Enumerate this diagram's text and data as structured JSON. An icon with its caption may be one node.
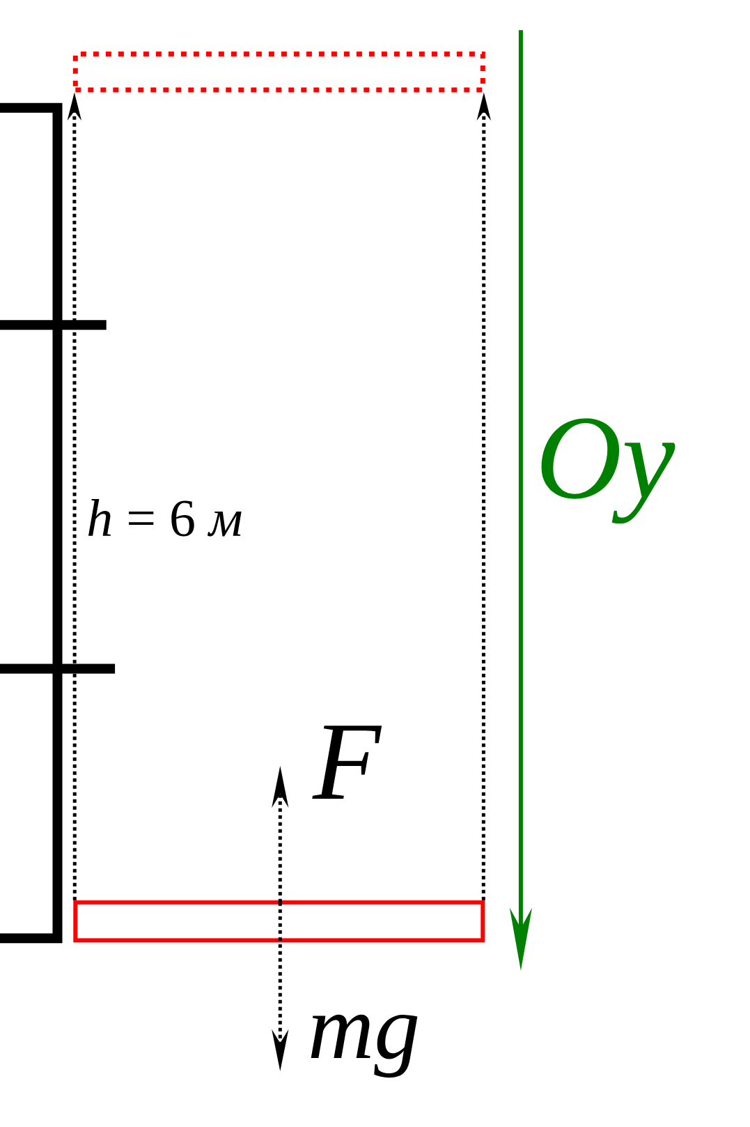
{
  "diagram": {
    "nodes": [
      {
        "text": [],
        "shape": "box"
      },
      {
        "text": [],
        "shape": "box"
      }
    ],
    "edges": [
      {
        "from": 1,
        "to": 0,
        "arrow": "to",
        "style": "dashed"
      },
      {
        "from": 1,
        "to": 0,
        "arrow": "to",
        "style": "dashed"
      }
    ],
    "labels": [
      "*h* = 6 *м*",
      "F",
      "mg",
      "Oy"
    ]
  }
}
